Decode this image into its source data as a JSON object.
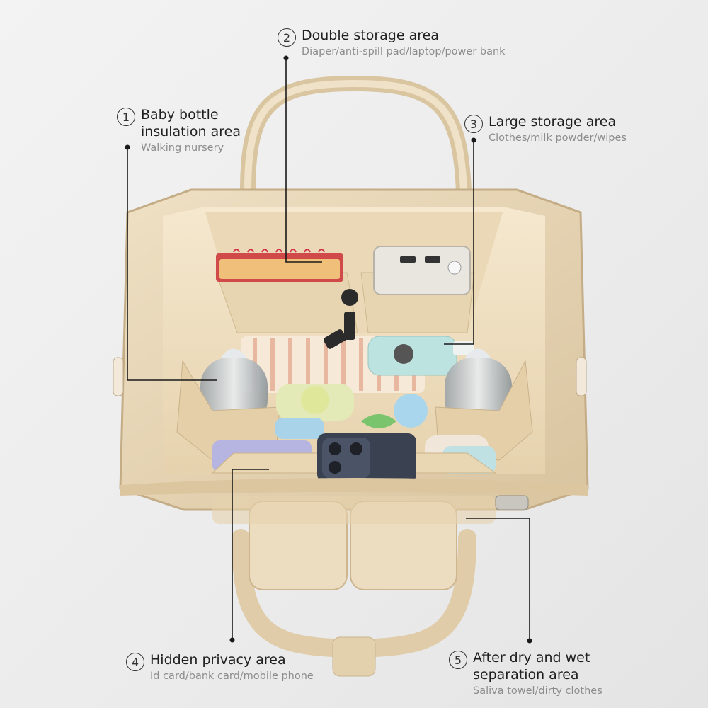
{
  "callouts": [
    {
      "number": "1",
      "title": "Baby bottle\ninsulation area",
      "subtitle": "Walking nursery"
    },
    {
      "number": "2",
      "title": "Double storage area",
      "subtitle": "Diaper/anti-spill pad/laptop/power bank"
    },
    {
      "number": "3",
      "title": "Large storage area",
      "subtitle": "Clothes/milk powder/wipes"
    },
    {
      "number": "4",
      "title": "Hidden privacy area",
      "subtitle": "Id card/bank card/mobile phone"
    },
    {
      "number": "5",
      "title": "After dry and wet\nseparation area",
      "subtitle": "Saliva towel/dirty clothes"
    }
  ],
  "colors": {
    "fabric": "#ead9bc",
    "fabric_dark": "#d6c19c",
    "lining": "#f2e4ca",
    "line": "#1a1a1a"
  }
}
